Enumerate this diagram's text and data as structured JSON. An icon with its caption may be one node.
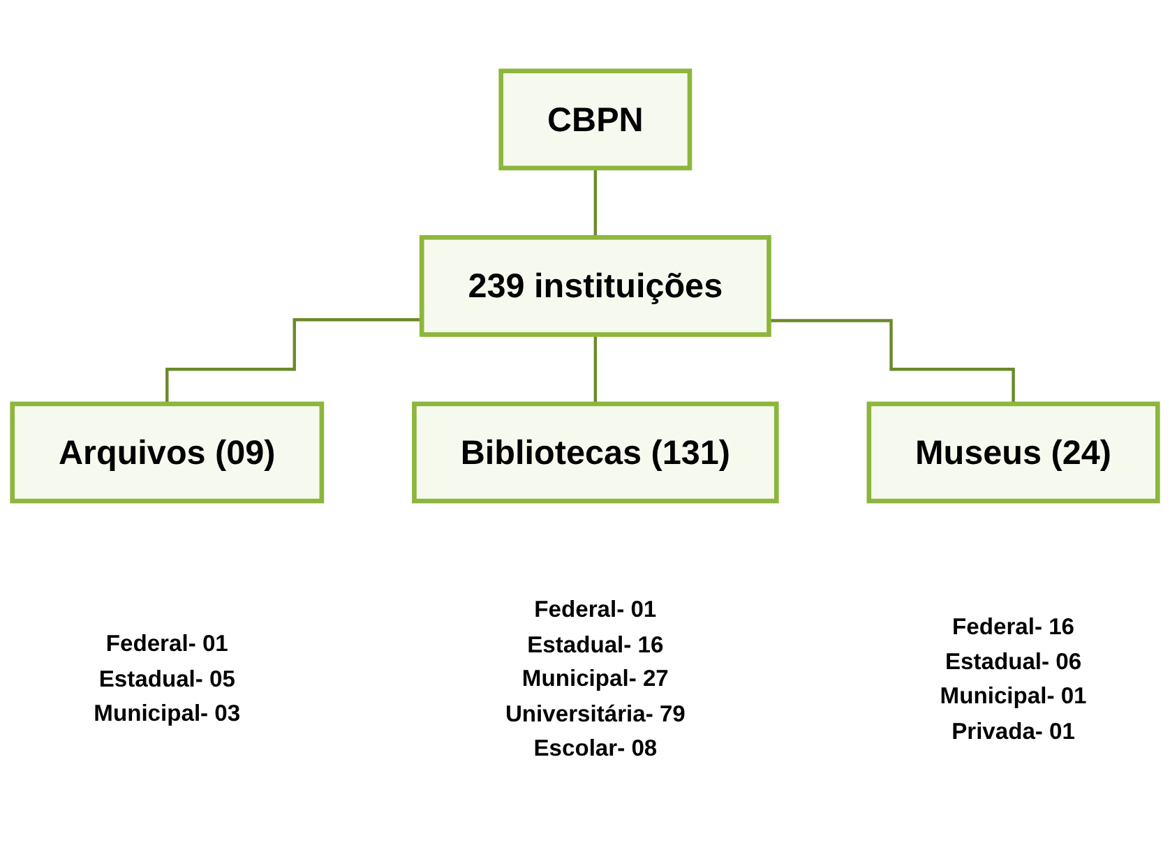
{
  "diagram": {
    "nodes": [
      {
        "text": [
          "CBPN"
        ]
      },
      {
        "text": [
          "239 instituições"
        ]
      },
      {
        "text": [
          "Arquivos (09)"
        ],
        "beside": [
          "Federal- 01",
          "Estadual- 05",
          "Municipal- 03"
        ]
      },
      {
        "text": [
          "Bibliotecas (131)"
        ],
        "beside": [
          "Federal- 01",
          "Estadual- 16",
          "Municipal- 27",
          "Universitária- 79",
          "Escolar- 08"
        ]
      },
      {
        "text": [
          "Museus (24)"
        ],
        "beside": [
          "Federal- 16",
          "Estadual- 06",
          "Municipal- 01",
          "Privada- 01"
        ]
      }
    ],
    "edges": [
      {
        "from": 0,
        "to": 1,
        "arrow": "none"
      },
      {
        "from": 1,
        "to": 2,
        "arrow": "none"
      },
      {
        "from": 1,
        "to": 3,
        "arrow": "none"
      },
      {
        "from": 1,
        "to": 4,
        "arrow": "none"
      }
    ]
  }
}
